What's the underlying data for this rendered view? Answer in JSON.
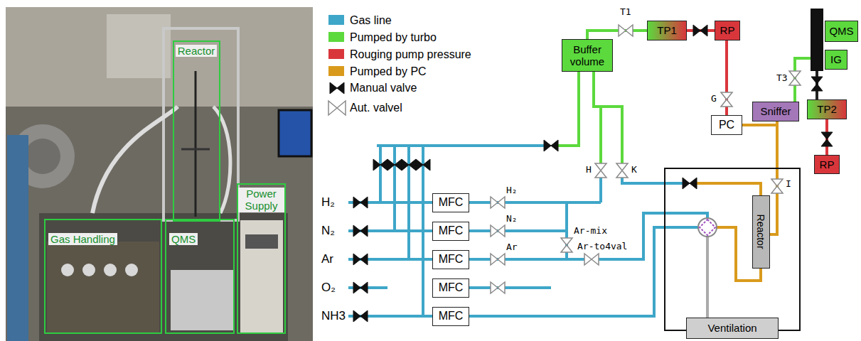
{
  "diagram": {
    "nodes": [
      {
        "text": [
          "Reactor"
        ]
      },
      {
        "text": [
          "Gas Handling"
        ]
      },
      {
        "text": [
          "QMS"
        ]
      },
      {
        "text": [
          "Power Supply"
        ]
      },
      {
        "text": [
          "Buffer volume"
        ]
      },
      {
        "text": [
          "TP1"
        ]
      },
      {
        "text": [
          "RP"
        ]
      },
      {
        "text": [
          "QMS"
        ]
      },
      {
        "text": [
          "IG"
        ]
      },
      {
        "text": [
          "Sniffer"
        ]
      },
      {
        "text": [
          "TP2"
        ]
      },
      {
        "text": [
          "PC"
        ]
      },
      {
        "text": [
          "RP"
        ]
      },
      {
        "text": [
          "MFC"
        ]
      },
      {
        "text": [
          "MFC"
        ]
      },
      {
        "text": [
          "MFC"
        ]
      },
      {
        "text": [
          "MFC"
        ]
      },
      {
        "text": [
          "MFC"
        ]
      },
      {
        "text": [
          "Reactor"
        ]
      },
      {
        "text": [
          "Ventilation"
        ]
      }
    ],
    "edges": [
      {
        "from": 4,
        "to": 5,
        "arrow": "none"
      },
      {
        "from": 5,
        "to": 6,
        "arrow": "none"
      },
      {
        "from": 6,
        "to": 11,
        "arrow": "none"
      },
      {
        "from": 11,
        "to": 9,
        "arrow": "none"
      },
      {
        "from": 9,
        "to": 18,
        "arrow": "none"
      },
      {
        "from": 10,
        "to": 12,
        "arrow": "none"
      }
    ],
    "labels": [
      "T1",
      "T3",
      "G",
      "H",
      "K",
      "I",
      "H₂",
      "N₂",
      "Ar",
      "O₂",
      "NH3",
      "H₂",
      "N₂",
      "Ar",
      "Ar-mix",
      "Ar-to4val"
    ],
    "legend": [
      {
        "text": "Gas line",
        "color": "#3ea6c8"
      },
      {
        "text": "Pumped by turbo",
        "color": "#5cd93d"
      },
      {
        "text": "Rouging pump pressure",
        "color": "#d9363c"
      },
      {
        "text": "Pumped by PC",
        "color": "#d99a1c"
      },
      {
        "text": "Manual valve"
      },
      {
        "text": "Aut. valvel"
      }
    ]
  }
}
